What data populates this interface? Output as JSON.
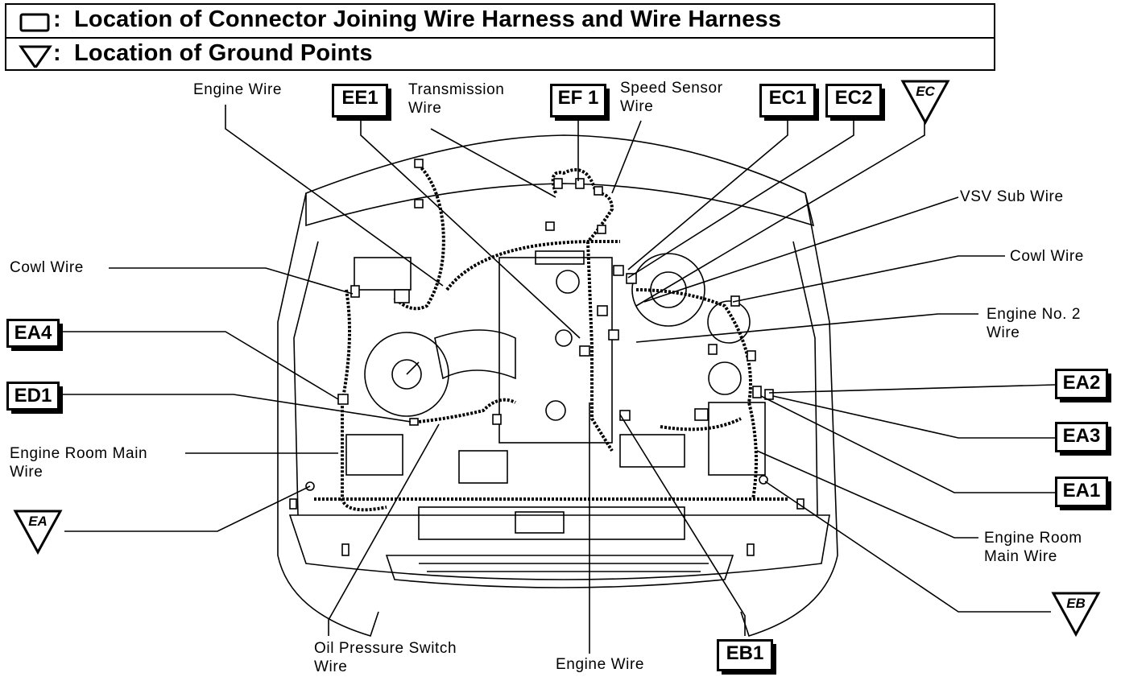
{
  "legend": {
    "connector_text": "Location of Connector Joining Wire Harness and Wire Harness",
    "ground_text": "Location of Ground Points",
    "colon": ":"
  },
  "connectors": {
    "ee1": "EE1",
    "ef1": "EF 1",
    "ec1": "EC1",
    "ec2": "EC2",
    "ea4": "EA4",
    "ed1": "ED1",
    "ea2": "EA2",
    "ea3": "EA3",
    "ea1": "EA1",
    "eb1": "EB1"
  },
  "grounds": {
    "ec": "EC",
    "ea": "EA",
    "eb": "EB"
  },
  "labels": {
    "engine_wire_top": "Engine Wire",
    "transmission_wire_1": "Transmission",
    "transmission_wire_2": "Wire",
    "speed_sensor_wire_1": "Speed Sensor",
    "speed_sensor_wire_2": "Wire",
    "vsv_sub_wire": "VSV Sub Wire",
    "cowl_wire_right": "Cowl Wire",
    "cowl_wire_left": "Cowl Wire",
    "engine_no2_wire_1": "Engine No. 2",
    "engine_no2_wire_2": "Wire",
    "engine_room_main_left_1": "Engine Room Main",
    "engine_room_main_left_2": "Wire",
    "engine_room_main_right_1": "Engine Room",
    "engine_room_main_right_2": "Main Wire",
    "oil_pressure_1": "Oil Pressure Switch",
    "oil_pressure_2": "Wire",
    "engine_wire_bottom": "Engine Wire"
  }
}
